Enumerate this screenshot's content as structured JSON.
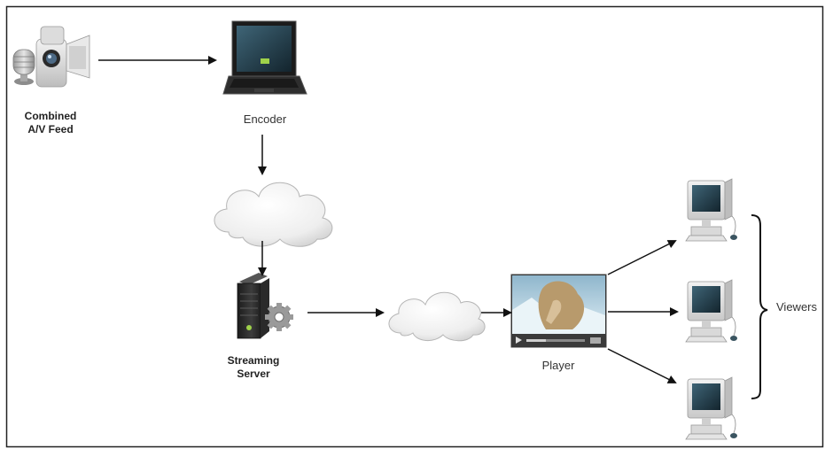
{
  "nodes": {
    "av_feed": {
      "label_line1": "Combined",
      "label_line2": "A/V Feed",
      "icon": "camcorder-microphone-icon"
    },
    "encoder": {
      "label": "Encoder",
      "icon": "laptop-icon"
    },
    "cloud_upper": {
      "icon": "cloud-icon"
    },
    "streaming_server": {
      "label_line1": "Streaming",
      "label_line2": "Server",
      "icon": "server-gear-icon"
    },
    "cloud_lower": {
      "icon": "cloud-icon"
    },
    "player": {
      "label": "Player",
      "icon": "video-player-icon"
    },
    "viewers": {
      "label": "Viewers",
      "icon": "desktop-computer-icon",
      "count": 3
    }
  },
  "edges": [
    [
      "av_feed",
      "encoder"
    ],
    [
      "encoder",
      "cloud_upper"
    ],
    [
      "cloud_upper",
      "streaming_server"
    ],
    [
      "streaming_server",
      "cloud_lower"
    ],
    [
      "cloud_lower",
      "player"
    ],
    [
      "player",
      "viewers"
    ]
  ],
  "colors": {
    "arrow": "#111111",
    "server_body": "#2b2b2b",
    "cloud": "#f2f2f2",
    "screen": "#1f3c4a",
    "player_sky": "#6f9bb5"
  }
}
